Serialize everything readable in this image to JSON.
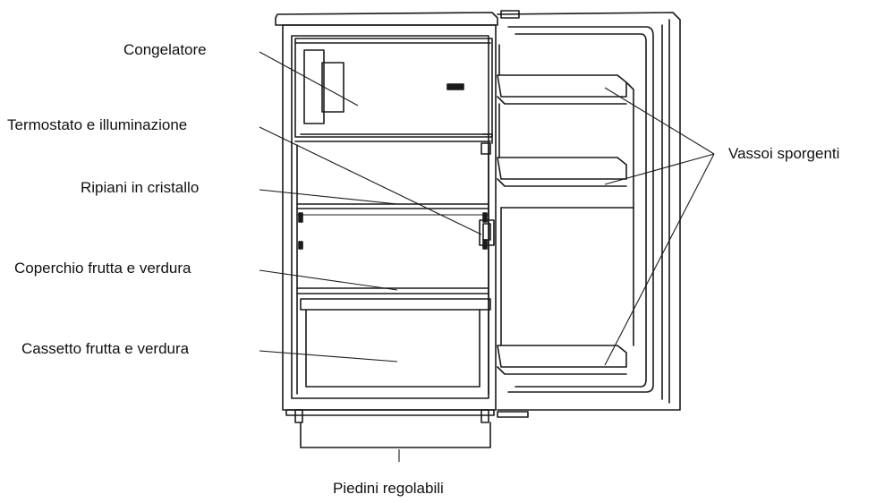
{
  "labels": {
    "congelatore": "Congelatore",
    "termostato": "Termostato e illuminazione",
    "ripiani": "Ripiani in cristallo",
    "coperchio": "Coperchio frutta e verdura",
    "cassetto": "Cassetto frutta e verdura",
    "vassoi": "Vassoi sporgenti",
    "piedini": "Piedini regolabili"
  }
}
